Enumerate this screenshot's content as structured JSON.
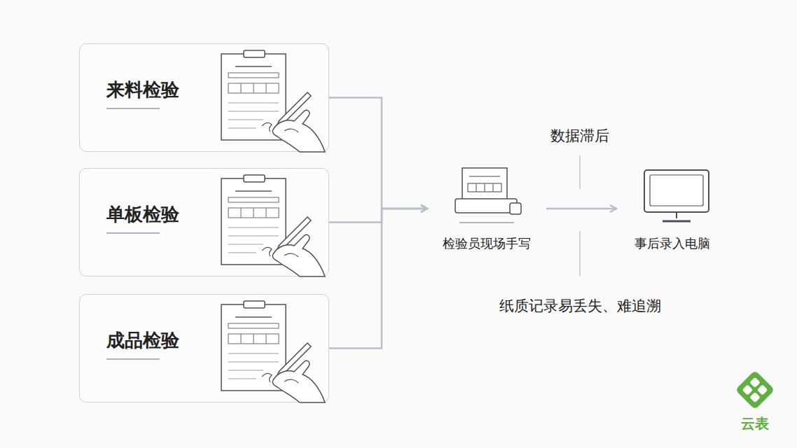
{
  "diagram": {
    "nodes": [
      {
        "text": [
          "来料检验"
        ]
      },
      {
        "text": [
          "单板检验"
        ]
      },
      {
        "text": [
          "成品检验"
        ]
      },
      {
        "text": [
          "检验员现场手写"
        ]
      },
      {
        "text": [
          "事后录入电脑"
        ]
      }
    ],
    "edges": [
      {
        "from": 0,
        "to": 3,
        "arrow": "to"
      },
      {
        "from": 1,
        "to": 3,
        "arrow": "to"
      },
      {
        "from": 2,
        "to": 3,
        "arrow": "to"
      },
      {
        "from": 3,
        "to": 4,
        "arrow": "to"
      }
    ],
    "labels": [
      "数据滞后",
      "纸质记录易丢失、难追溯",
      "云表"
    ]
  }
}
